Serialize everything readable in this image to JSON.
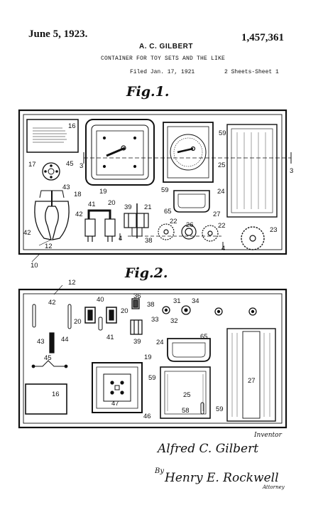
{
  "header": {
    "date": "June 5, 1923.",
    "patent_number": "1,457,361",
    "inventor": "A. C. GILBERT",
    "title": "CONTAINER FOR TOY SETS AND THE LIKE",
    "filed": "Filed Jan. 17, 1921",
    "sheets": "2 Sheets-Sheet 1"
  },
  "figures": {
    "fig1_label": "Fig.1.",
    "fig2_label": "Fig.2."
  },
  "fig1_labels": [
    {
      "id": "l16",
      "text": "16"
    },
    {
      "id": "l3a",
      "text": "3"
    },
    {
      "id": "l59a",
      "text": "59"
    },
    {
      "id": "l17",
      "text": "17"
    },
    {
      "id": "l45",
      "text": "45"
    },
    {
      "id": "l25",
      "text": "25"
    },
    {
      "id": "l3b",
      "text": "3"
    },
    {
      "id": "l19",
      "text": "19"
    },
    {
      "id": "l59b",
      "text": "59"
    },
    {
      "id": "l24",
      "text": "24"
    },
    {
      "id": "l43",
      "text": "43"
    },
    {
      "id": "l18",
      "text": "18"
    },
    {
      "id": "l41",
      "text": "41"
    },
    {
      "id": "l20",
      "text": "20"
    },
    {
      "id": "l39",
      "text": "39"
    },
    {
      "id": "l21",
      "text": "21"
    },
    {
      "id": "l65",
      "text": "65"
    },
    {
      "id": "l27",
      "text": "27"
    },
    {
      "id": "l42a",
      "text": "42"
    },
    {
      "id": "l42b",
      "text": "42"
    },
    {
      "id": "l22a",
      "text": "22"
    },
    {
      "id": "l26",
      "text": "26"
    },
    {
      "id": "l22b",
      "text": "22"
    },
    {
      "id": "l23",
      "text": "23"
    },
    {
      "id": "l4a",
      "text": "4"
    },
    {
      "id": "l38",
      "text": "38"
    },
    {
      "id": "l12",
      "text": "12"
    },
    {
      "id": "l4b",
      "text": "4"
    },
    {
      "id": "l10",
      "text": "10"
    }
  ],
  "fig2_labels": [
    {
      "id": "m12",
      "text": "12"
    },
    {
      "id": "m36",
      "text": "36"
    },
    {
      "id": "m40",
      "text": "40"
    },
    {
      "id": "m42",
      "text": "42"
    },
    {
      "id": "m38",
      "text": "38"
    },
    {
      "id": "m31",
      "text": "31"
    },
    {
      "id": "m34",
      "text": "34"
    },
    {
      "id": "m20a",
      "text": "20"
    },
    {
      "id": "m20b",
      "text": "20"
    },
    {
      "id": "m33",
      "text": "33"
    },
    {
      "id": "m32",
      "text": "32"
    },
    {
      "id": "m41",
      "text": "41"
    },
    {
      "id": "m39",
      "text": "39"
    },
    {
      "id": "m65",
      "text": "65"
    },
    {
      "id": "m24",
      "text": "24"
    },
    {
      "id": "m43",
      "text": "43"
    },
    {
      "id": "m44",
      "text": "44"
    },
    {
      "id": "m27",
      "text": "27"
    },
    {
      "id": "m45",
      "text": "45"
    },
    {
      "id": "m19",
      "text": "19"
    },
    {
      "id": "m59a",
      "text": "59"
    },
    {
      "id": "m16",
      "text": "16"
    },
    {
      "id": "m25",
      "text": "25"
    },
    {
      "id": "m47",
      "text": "47"
    },
    {
      "id": "m58",
      "text": "58"
    },
    {
      "id": "m59b",
      "text": "59"
    },
    {
      "id": "m46",
      "text": "46"
    }
  ],
  "footer": {
    "inventor_word": "Inventor",
    "inventor_signature": "Alfred C. Gilbert",
    "by": "By",
    "attorney_signature": "Henry E. Rockwell",
    "attorney_word": "Attorney"
  }
}
